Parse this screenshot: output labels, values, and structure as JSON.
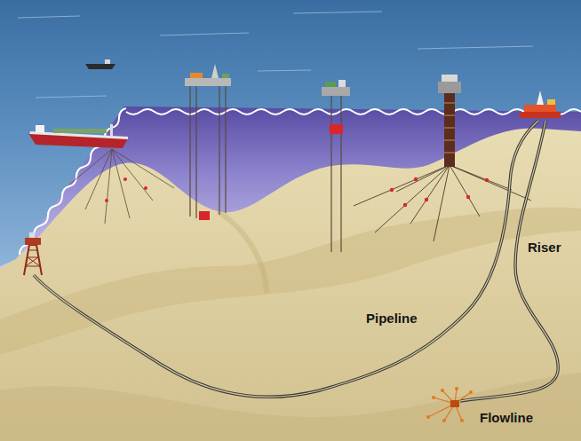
{
  "diagram": {
    "labels": [
      "Riser",
      "Pipeline",
      "Flowline"
    ]
  }
}
